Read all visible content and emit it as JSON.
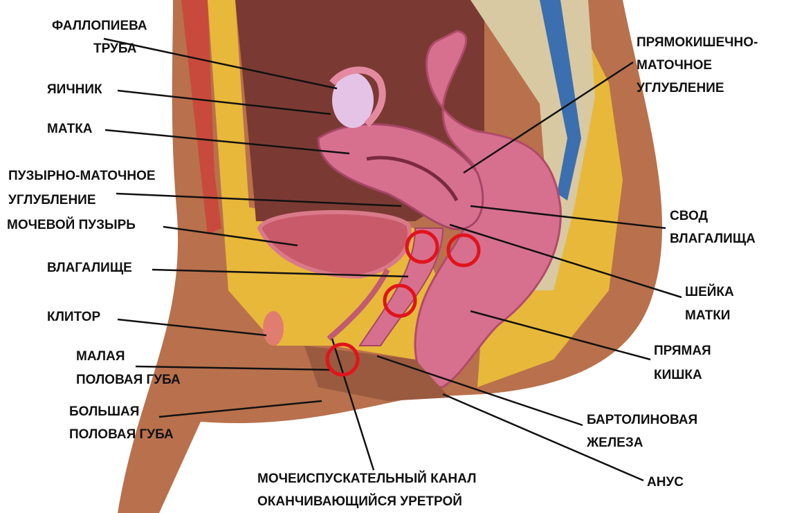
{
  "labels": {
    "fallopian_1": "ФАЛЛОПИЕВА",
    "fallopian_2": "ТРУБА",
    "ovary": "ЯИЧНИК",
    "uterus": "МАТКА",
    "vesicouterine_1": "ПУЗЫРНО-МАТОЧНОЕ",
    "vesicouterine_2": "УГЛУБЛЕНИЕ",
    "bladder": "МОЧЕВОЙ ПУЗЫРЬ",
    "vagina": "ВЛАГАЛИЩЕ",
    "clitoris": "КЛИТОР",
    "labia_minora_1": "МАЛАЯ",
    "labia_minora_2": "ПОЛОВАЯ ГУБА",
    "labia_majora_1": "БОЛЬШАЯ",
    "labia_majora_2": "ПОЛОВАЯ ГУБА",
    "urethra_1": "МОЧЕИСПУСКАТЕЛЬНЫЙ КАНАЛ",
    "urethra_2": "ОКАНЧИВАЮЩИЙСЯ УРЕТРОЙ",
    "rectouterine_1": "ПРЯМОКИШЕЧНО-",
    "rectouterine_2": "МАТОЧНОЕ",
    "rectouterine_3": "УГЛУБЛЕНИЕ",
    "fornix_1": "СВОД",
    "fornix_2": "ВЛАГАЛИЩА",
    "cervix_1": "ШЕЙКА",
    "cervix_2": "МАТКИ",
    "rectum_1": "ПРЯМАЯ",
    "rectum_2": "КИШКА",
    "bartholin_1": "БАРТОЛИНОВАЯ",
    "bartholin_2": "ЖЕЛЕЗА",
    "anus": "АНУС"
  },
  "colors": {
    "skin": "#b8714c",
    "fat": "#e8b83a",
    "organ": "#d7708f",
    "highlight_circle": "#e0141c"
  }
}
